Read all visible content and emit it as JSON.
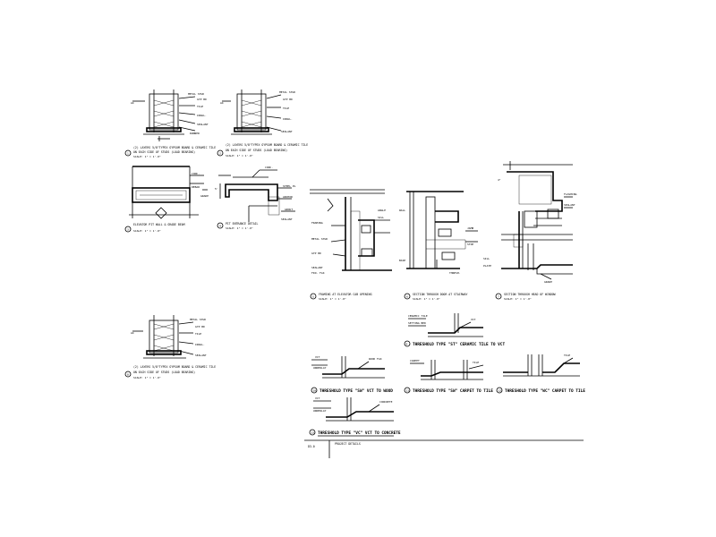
{
  "details": {
    "d1": {
      "number": "1",
      "title": "(2) LAYERS 5/8\"TYPEX GYPSUM BOARD & CERAMIC TILE",
      "subtitle": "ON EACH SIDE OF STUDS (LOAD BEARING)",
      "scale": "SCALE: 1\" = 1'-0\""
    },
    "d2": {
      "number": "2",
      "title": "(2) LAYERS 5/8\"TYPEX GYPSUM BOARD & CERAMIC TILE",
      "subtitle": "ON EACH SIDE OF STUDS (LOAD BEARING)",
      "scale": "SCALE: 1\" = 1'-0\""
    },
    "d3": {
      "number": "3",
      "title": "ELEVATOR PIT WALL & GRADE BEAM",
      "subtitle": "",
      "scale": "SCALE: 1\" = 1'-0\""
    },
    "d4": {
      "number": "4",
      "title": "PIT ENTRANCE DETAIL",
      "subtitle": "",
      "scale": "SCALE: 1\" = 1'-0\""
    },
    "d5": {
      "number": "5",
      "title": "FRAMING AT ELEVATOR CAB OPENING",
      "subtitle": "",
      "scale": "SCALE: 1\" = 1'-0\""
    },
    "d6": {
      "number": "6",
      "title": "SECTION THROUGH DOOR AT STAIRWAY",
      "subtitle": "",
      "scale": "SCALE: 1\" = 1'-0\""
    },
    "d7": {
      "number": "7",
      "title": "SECTION THROUGH HEAD OF WINDOW",
      "subtitle": "",
      "scale": "SCALE: 1\" = 1'-0\""
    },
    "d8": {
      "number": "8",
      "title": "(2) LAYERS 5/8\"TYPEX GYPSUM BOARD & CERAMIC TILE",
      "subtitle": "ON EACH SIDE OF STUDS (LOAD BEARING)",
      "scale": "SCALE: 1\" = 1'-0\""
    }
  },
  "thresholds": {
    "t1": {
      "number": "9",
      "title": "THRESHOLD TYPE \"ST\" CERAMIC TILE TO VCT"
    },
    "t2": {
      "number": "10",
      "title": "THRESHOLD TYPE \"SW\" VCT TO WOOD"
    },
    "t3": {
      "number": "11",
      "title": "THRESHOLD TYPE \"SW\" CARPET TO TILE"
    },
    "t4": {
      "number": "12",
      "title": "THRESHOLD TYPE \"WC\" CARPET TO TILE"
    },
    "t5": {
      "number": "13",
      "title": "THRESHOLD TYPE \"VC\" VCT TO CONCRETE"
    }
  },
  "title_block": {
    "left": "D3-0",
    "right": "PROJECT DETAILS"
  }
}
